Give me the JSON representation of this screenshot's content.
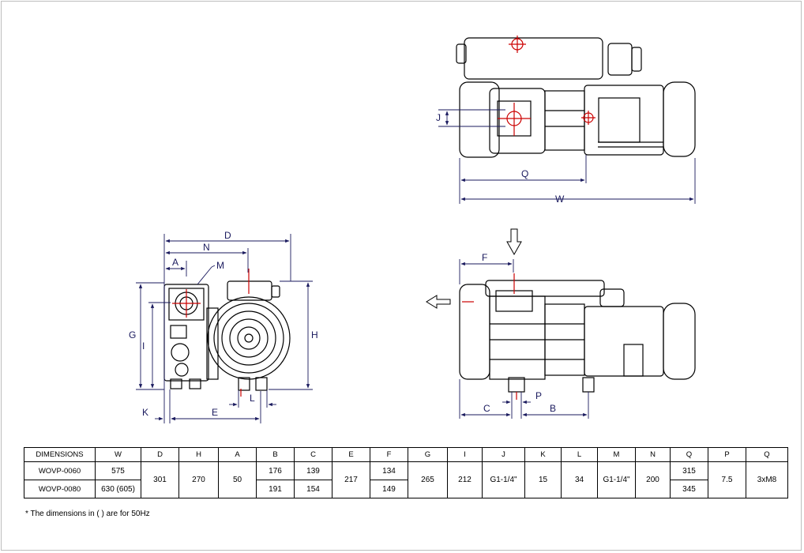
{
  "labels": {
    "top": {
      "Q": "Q",
      "W": "W",
      "J": "J"
    },
    "front": {
      "D": "D",
      "N": "N",
      "A": "A",
      "M": "M",
      "G": "G",
      "I": "I",
      "H": "H",
      "K": "K",
      "E": "E",
      "L": "L"
    },
    "side": {
      "F": "F",
      "C": "C",
      "P": "P",
      "B": "B"
    }
  },
  "table": {
    "headers": [
      "DIMENSIONS",
      "W",
      "D",
      "H",
      "A",
      "B",
      "C",
      "E",
      "F",
      "G",
      "I",
      "J",
      "K",
      "L",
      "M",
      "N",
      "Q",
      "P",
      "Q"
    ],
    "models": [
      "WOVP-0060",
      "WOVP-0080"
    ],
    "values": {
      "W": [
        "575",
        "630 (605)"
      ],
      "D": "301",
      "H": "270",
      "A": "50",
      "B": [
        "176",
        "191"
      ],
      "C": [
        "139",
        "154"
      ],
      "E": "217",
      "F": [
        "134",
        "149"
      ],
      "G": "265",
      "I": "212",
      "J": "G1-1/4\"",
      "K": "15",
      "L": "34",
      "M": "G1-1/4\"",
      "N": "200",
      "Q1": [
        "315",
        "345"
      ],
      "P": "7.5",
      "Q2": "3xM8"
    }
  },
  "note": "* The dimensions in (   ) are for 50Hz",
  "colors": {
    "line": "#000000",
    "dimension": "#1a1a5e",
    "highlight": "#cc0000"
  }
}
